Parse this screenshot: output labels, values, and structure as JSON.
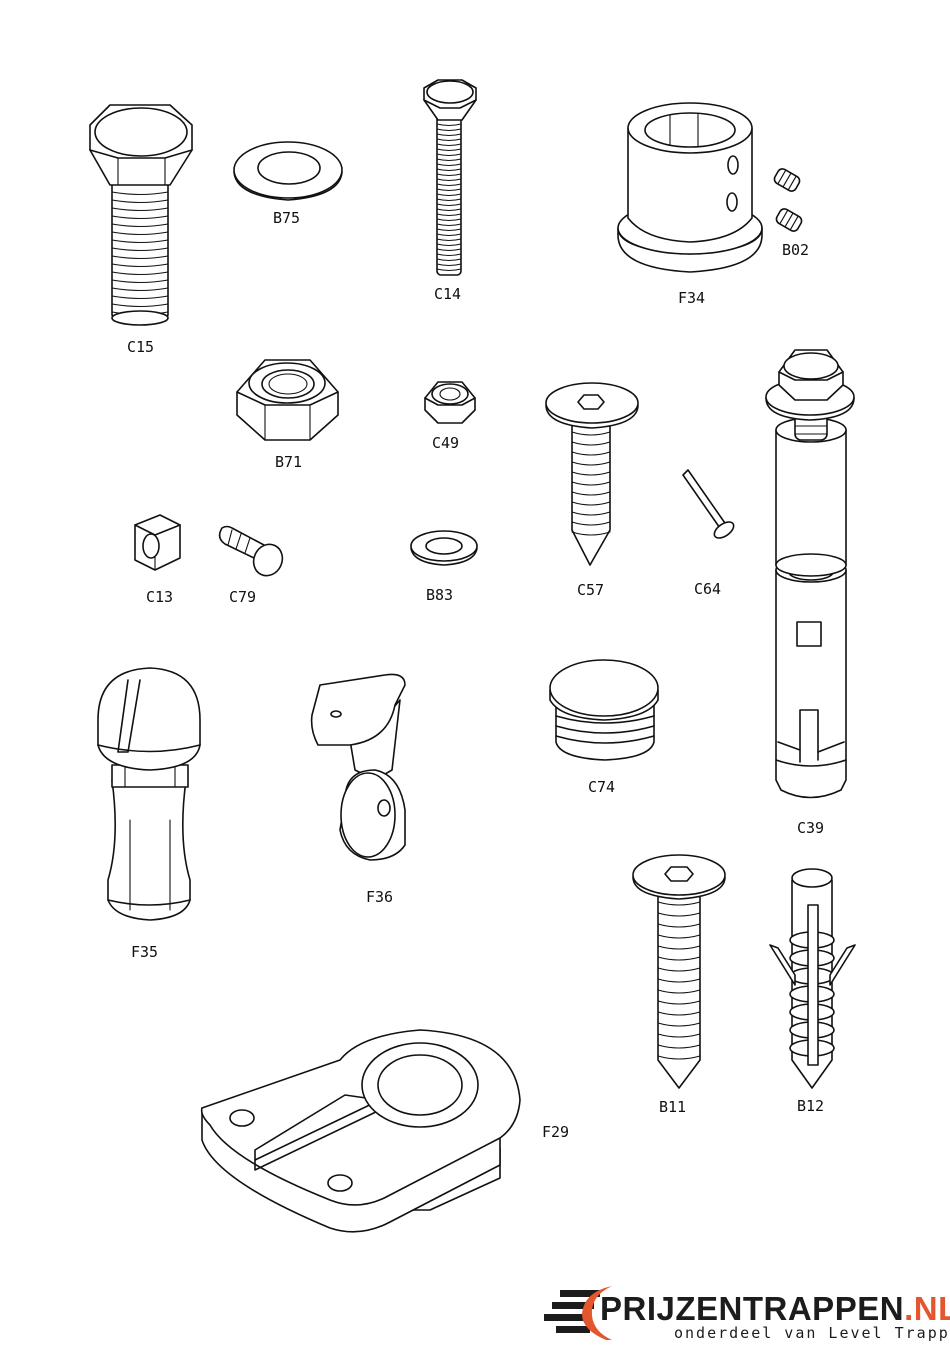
{
  "parts": [
    {
      "code": "C15"
    },
    {
      "code": "B75"
    },
    {
      "code": "C14"
    },
    {
      "code": "F34"
    },
    {
      "code": "B02"
    },
    {
      "code": "B71"
    },
    {
      "code": "C49"
    },
    {
      "code": "C57"
    },
    {
      "code": "C64"
    },
    {
      "code": "C39"
    },
    {
      "code": "C13"
    },
    {
      "code": "C79"
    },
    {
      "code": "B83"
    },
    {
      "code": "F35"
    },
    {
      "code": "F36"
    },
    {
      "code": "C74"
    },
    {
      "code": "B11"
    },
    {
      "code": "B12"
    },
    {
      "code": "F29"
    }
  ],
  "logo": {
    "word_main": "PRIJZENTRAPPEN",
    "word_tld": ".NL",
    "tagline": "onderdeel van Level Trappen",
    "accent_color": "#e4572e",
    "text_color": "#1c1c1c"
  }
}
